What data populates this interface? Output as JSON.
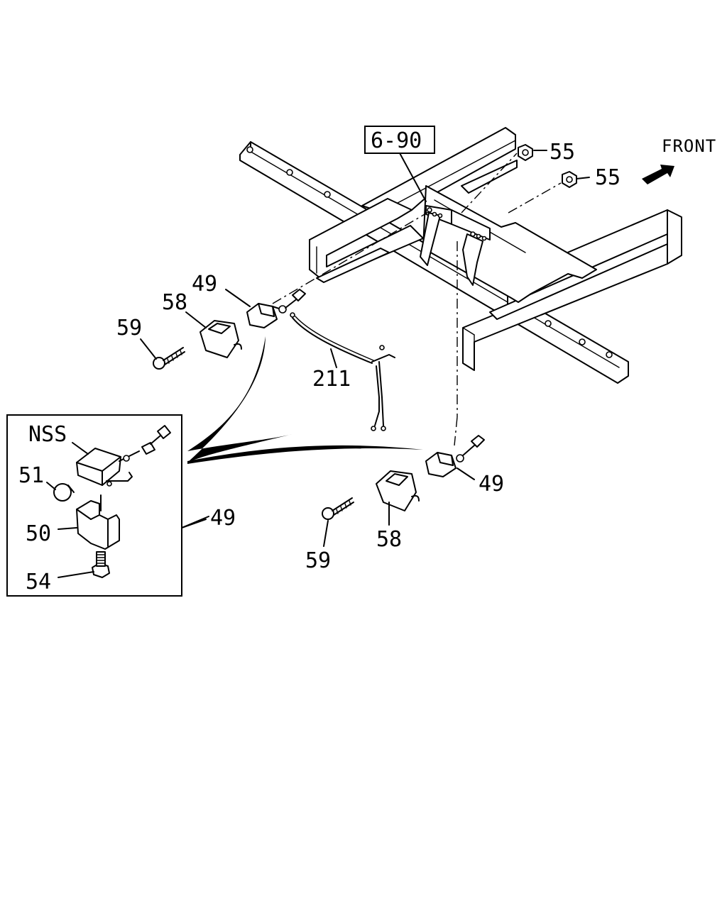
{
  "labels": {
    "front": "FRONT",
    "ref_6_90": "6-90",
    "p55a": "55",
    "p55b": "55",
    "p49_top": "49",
    "p58_top": "58",
    "p59_top": "59",
    "p211": "211",
    "nss": "NSS",
    "p51": "51",
    "p50": "50",
    "p54": "54",
    "p49_inset": "49",
    "p49_bottom": "49",
    "p58_bottom": "58",
    "p59_bottom": "59"
  },
  "icons": {
    "front_arrow": "arrow-right-icon"
  }
}
